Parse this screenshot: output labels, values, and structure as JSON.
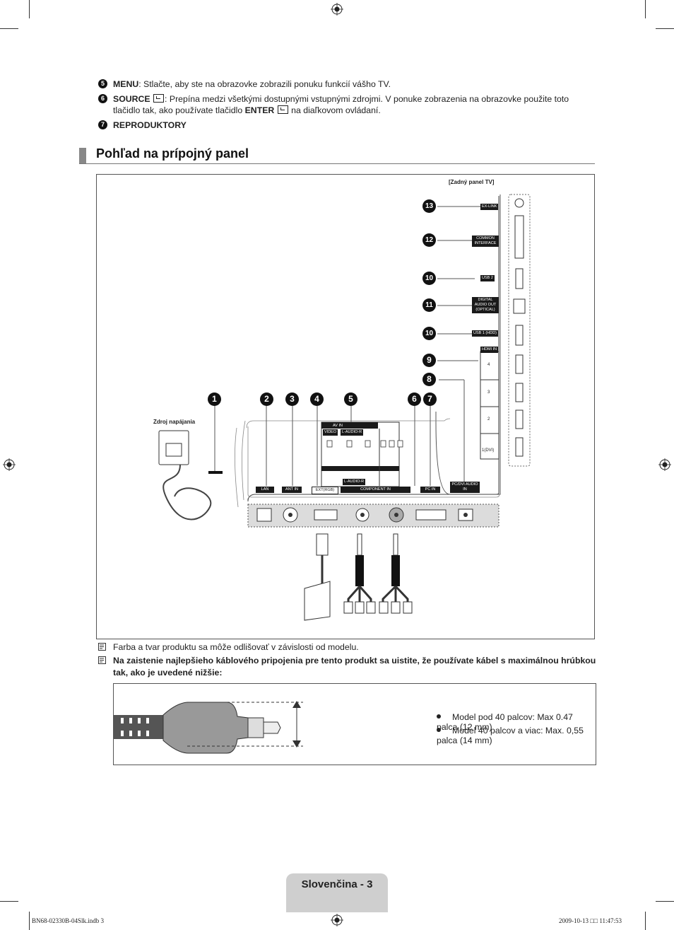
{
  "list": {
    "item5": {
      "num": "5",
      "label": "MENU",
      "text": ": Stlačte, aby ste na obrazovke zobrazili ponuku funkcií vášho TV."
    },
    "item6": {
      "num": "6",
      "label": "SOURCE",
      "text": ": Prepína medzi všetkými dostupnými vstupnými zdrojmi. V ponuke zobrazenia na obrazovke použite toto tlačidlo tak, ako používate tlačidlo ",
      "enter_label": "ENTER",
      "text_end": " na diaľkovom ovládaní."
    },
    "item7": {
      "num": "7",
      "label": "REPRODUKTORY"
    }
  },
  "section": {
    "title": "Pohľad na prípojný panel"
  },
  "diagram": {
    "rear_panel_label": "[Zadný panel TV]",
    "power_label": "Zdroj napájania",
    "callouts": {
      "c1": "1",
      "c2": "2",
      "c3": "3",
      "c4": "4",
      "c5": "5",
      "c6": "6",
      "c7": "7",
      "c8": "8",
      "c9": "9",
      "c10a": "10",
      "c10b": "10",
      "c11": "11",
      "c12": "12",
      "c13": "13"
    },
    "side_ports": {
      "exlink": "EX-LINK",
      "common_interface": "COMMON INTERFACE",
      "usb2": "USB 2",
      "digital_audio": "DIGITAL AUDIO OUT (OPTICAL)",
      "usb1": "USB 1 (HDD)",
      "hdmi_in": "HDMI IN",
      "hdmi4": "4",
      "hdmi3": "3",
      "hdmi2": "2",
      "hdmi1": "1(DVI)"
    },
    "bottom_ports": {
      "lan": "LAN",
      "ant_in": "ANT IN",
      "ext_rgb": "EXT(RGB)",
      "component_in": "COMPONENT IN",
      "pc_in": "PC IN",
      "pc_dvi_audio": "PC/DVI AUDIO IN",
      "av_in": "AV IN",
      "video": "VIDEO",
      "audio_lr": "L-AUDIO-R",
      "audio_lr_bottom": "L-AUDIO-R"
    }
  },
  "notes": {
    "note1": "Farba a tvar produktu sa môže odlišovať v závislosti od modelu.",
    "note2": "Na zaistenie najlepšieho káblového pripojenia pre tento produkt sa uistite, že používate kábel s maximálnou hrúbkou tak, ako je uvedené nižšie:"
  },
  "cable": {
    "spec1": "Model pod 40 palcov: Max 0.47 palca (12 mm)",
    "spec2": "Model 40 palcov a viac: Max. 0,55 palca (14 mm)"
  },
  "footer": {
    "page": "Slovenčina - 3",
    "file": "BN68-02330B-04Slk.indb   3",
    "date": "2009-10-13   □□ 11:47:53"
  }
}
